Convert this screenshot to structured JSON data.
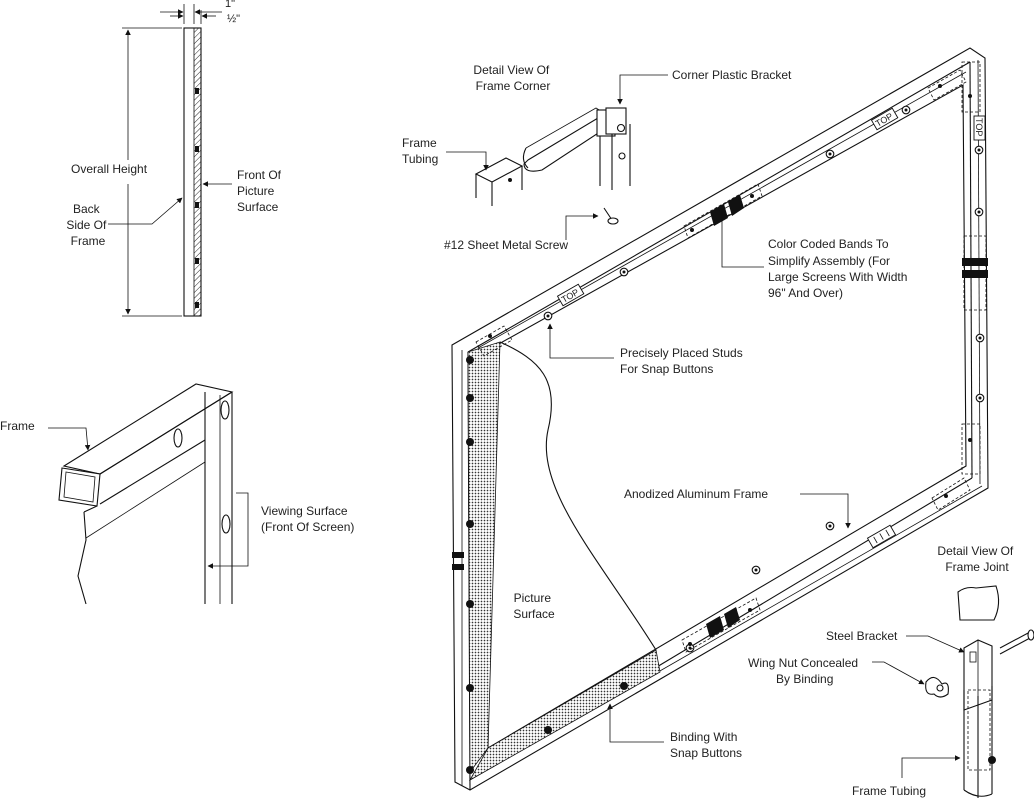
{
  "colors": {
    "ink": "#111111",
    "background": "#ffffff",
    "label": "#222222"
  },
  "side_view": {
    "dim_1": "1\"",
    "dim_half": "½\"",
    "overall_height": "Overall Height",
    "back_side": [
      "Back",
      "Side Of",
      "Frame"
    ],
    "front_surface": [
      "Front Of",
      "Picture",
      "Surface"
    ]
  },
  "corner_detail": {
    "frame": "Frame",
    "viewing_surface": [
      "Viewing Surface",
      "(Front Of Screen)"
    ]
  },
  "frame_corner_detail": {
    "title": [
      "Detail View Of",
      "Frame Corner"
    ],
    "corner_bracket": "Corner Plastic Bracket",
    "frame_tubing": [
      "Frame",
      "Tubing"
    ],
    "screw": "#12 Sheet Metal Screw"
  },
  "main_frame": {
    "color_bands": [
      "Color Coded Bands To",
      "Simplify Assembly (For",
      "Large Screens With Width",
      "96\" And Over)"
    ],
    "studs": [
      "Precisely Placed Studs",
      "For Snap Buttons"
    ],
    "anodized": "Anodized Aluminum Frame",
    "picture_surface": [
      "Picture",
      "Surface"
    ],
    "binding": [
      "Binding With",
      "Snap Buttons"
    ],
    "top_marks": [
      "TOP",
      "TOP",
      "TOP"
    ]
  },
  "joint_detail": {
    "title": [
      "Detail View Of",
      "Frame Joint"
    ],
    "steel_bracket": "Steel Bracket",
    "wing_nut": [
      "Wing Nut Concealed",
      "By Binding"
    ],
    "frame_tubing": "Frame Tubing"
  }
}
